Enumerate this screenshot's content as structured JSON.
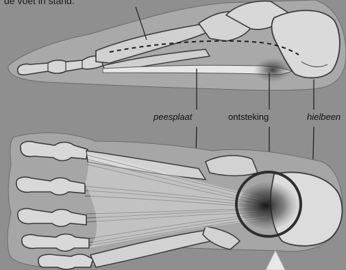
{
  "caption": "de voet in stand.",
  "labels": {
    "plantar_fascia": "peesplaat",
    "inflammation": "ontsteking",
    "heel_bone": "hielbeen"
  },
  "colors": {
    "background": "#8f8f8f",
    "foot_halo": "#a8a8a8",
    "bone_fill": "#d4d4d4",
    "bone_outline": "#3a3a3a",
    "inflammation_spot": "#1a1a1a",
    "ring": "#2e2e2e"
  }
}
